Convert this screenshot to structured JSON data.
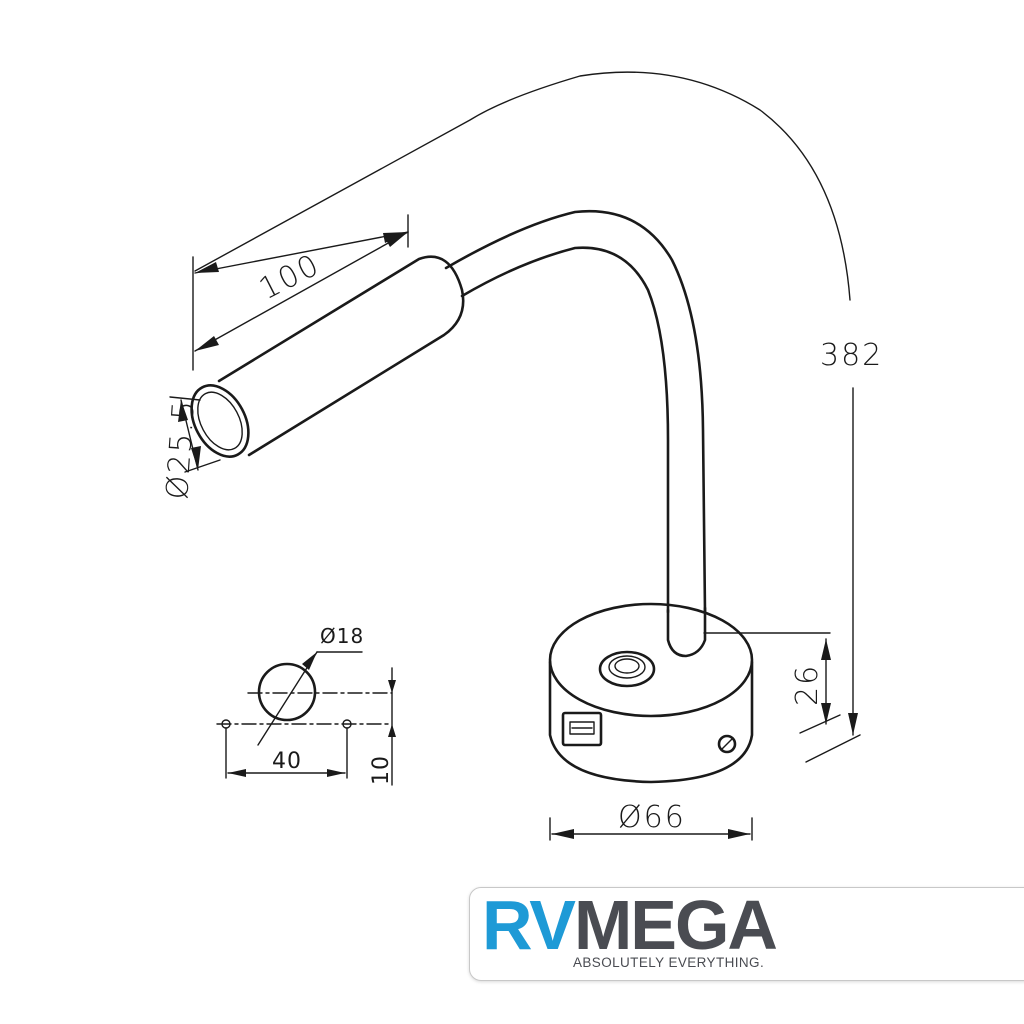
{
  "dimensions": {
    "head_length": "100",
    "head_diameter": "Ø25.5",
    "total_height": "382",
    "base_height": "26",
    "base_diameter": "Ø66",
    "hole_diameter": "Ø18",
    "hole_spacing": "40",
    "hole_offset": "10"
  },
  "brand": {
    "name_part1": "RV",
    "name_part2": "MEGA",
    "tagline": "ABSOLUTELY EVERYTHING."
  },
  "colors": {
    "brand_blue": "#1e9ad6",
    "brand_gray": "#4a4c52",
    "line": "#1a1a1a"
  }
}
